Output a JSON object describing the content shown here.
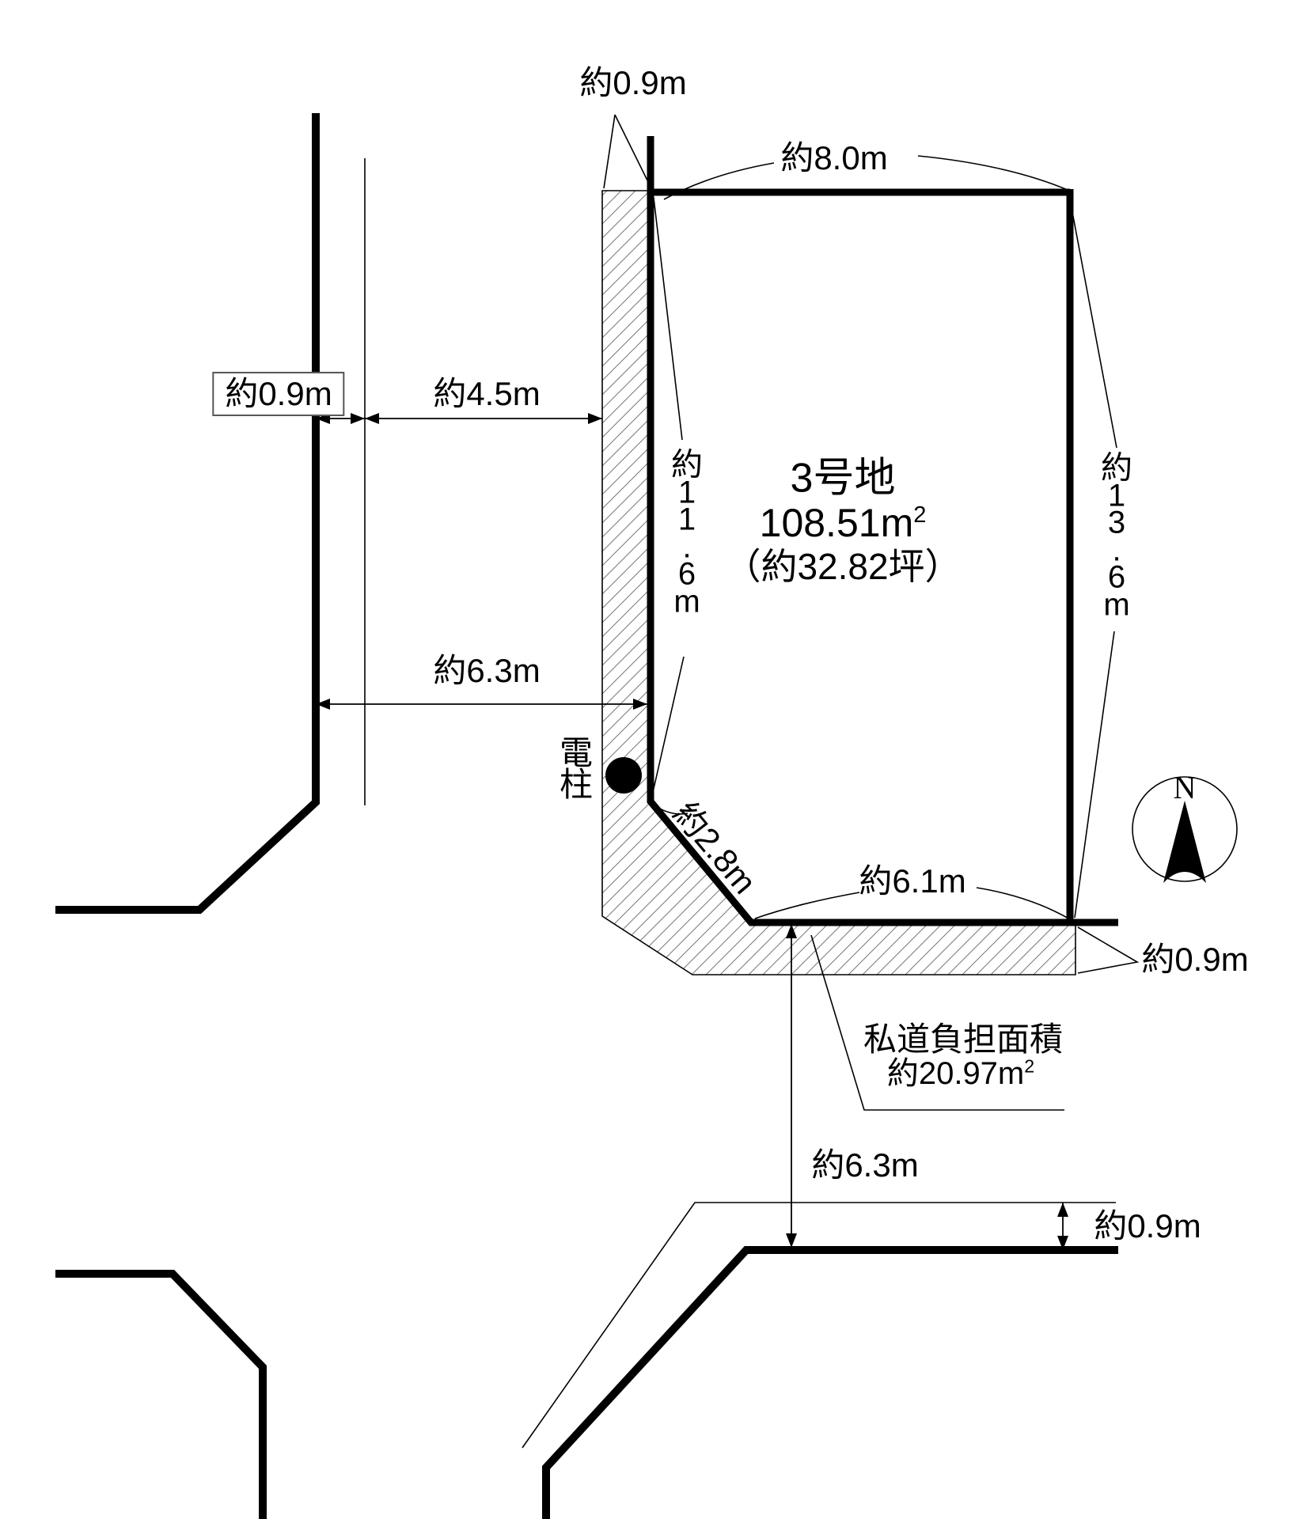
{
  "diagram": {
    "parcel": {
      "name": "3号地",
      "area_m": "108.51m",
      "area_sup": "2",
      "area_tsubo": "（約32.82坪）"
    },
    "dimensions": {
      "top_offset": "約0.9m",
      "top_width": "約8.0m",
      "left_offset_boxed": "約0.9m",
      "left_gap": "約4.5m",
      "west_side_vertical": "約11.6m",
      "east_side_vertical": "約13.6m",
      "road_width_upper": "約6.3m",
      "diagonal": "約2.8m",
      "south_width": "約6.1m",
      "southeast_offset": "約0.9m",
      "road_width_lower": "約6.3m",
      "bottom_offset": "約0.9m"
    },
    "private_road": {
      "label": "私道負担面積",
      "area_m": "約20.97m",
      "area_sup": "2"
    },
    "utility_pole_label": "電柱",
    "compass_north": "N",
    "colors": {
      "line": "#000000",
      "hatch": "#777777",
      "background": "#ffffff"
    }
  }
}
